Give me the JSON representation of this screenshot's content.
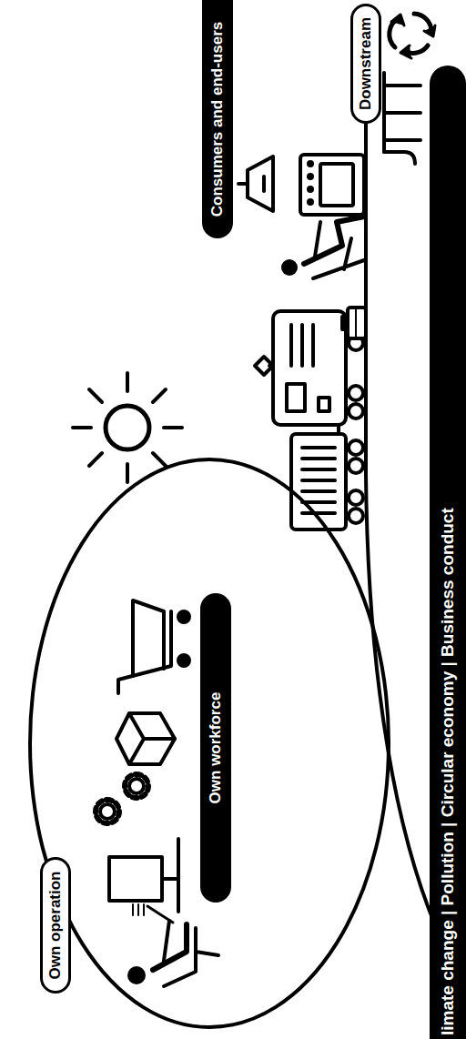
{
  "diagram": {
    "nodes": [
      {
        "text": [
          "Own operation"
        ]
      },
      {
        "text": [
          "Own workforce"
        ],
        "in": 0
      },
      {
        "text": [
          "Consumers and end-users"
        ]
      },
      {
        "text": [
          "Downstream"
        ]
      },
      {
        "text": [
          "limate change | Pollution | Circular economy | Business conduct"
        ]
      }
    ]
  }
}
